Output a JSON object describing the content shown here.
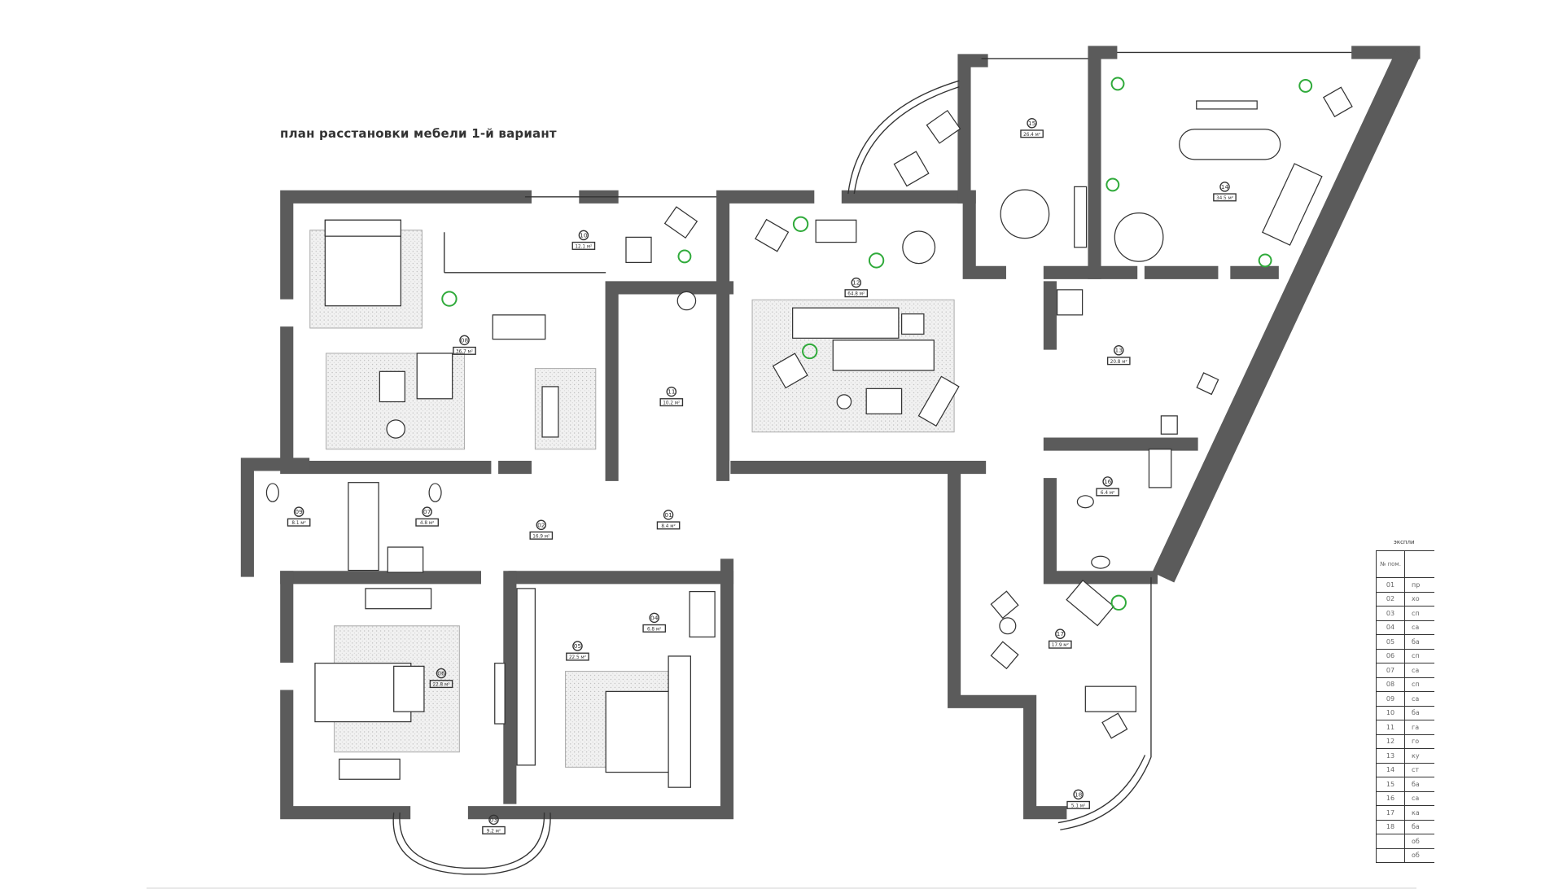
{
  "title": "план расстановки мебели 1-й вариант",
  "colors": {
    "wall": "#5b5b5b",
    "plant": "#2faa3a",
    "rug": "#e6e6e6"
  },
  "rooms": [
    {
      "num": "01",
      "area": "8.4 м²"
    },
    {
      "num": "02",
      "area": "16.9 м²"
    },
    {
      "num": "03",
      "area": "9.2 м²"
    },
    {
      "num": "04",
      "area": "6.8 м²"
    },
    {
      "num": "05",
      "area": "22.5 м²"
    },
    {
      "num": "06",
      "area": "22.8 м²"
    },
    {
      "num": "07",
      "area": "4.8 м²"
    },
    {
      "num": "08",
      "area": "36.7 м²"
    },
    {
      "num": "09",
      "area": "8.1 м²"
    },
    {
      "num": "10",
      "area": "12.1 м²"
    },
    {
      "num": "11",
      "area": "10.2 м²"
    },
    {
      "num": "12",
      "area": "64.8 м²"
    },
    {
      "num": "13",
      "area": "20.8 м²"
    },
    {
      "num": "14",
      "area": "34.5 м²"
    },
    {
      "num": "15",
      "area": "26.4 м²"
    },
    {
      "num": "16",
      "area": "6.4 м²"
    },
    {
      "num": "17",
      "area": "17.9 м²"
    },
    {
      "num": "18",
      "area": "5.1 м²"
    }
  ],
  "legend": {
    "title": "экспли",
    "header_num": "№ пом.",
    "rows": [
      {
        "num": "01",
        "name": "пр"
      },
      {
        "num": "02",
        "name": "хо"
      },
      {
        "num": "03",
        "name": "сп"
      },
      {
        "num": "04",
        "name": "са"
      },
      {
        "num": "05",
        "name": "ба"
      },
      {
        "num": "06",
        "name": "сп"
      },
      {
        "num": "07",
        "name": "са"
      },
      {
        "num": "08",
        "name": "сп"
      },
      {
        "num": "09",
        "name": "са"
      },
      {
        "num": "10",
        "name": "ба"
      },
      {
        "num": "11",
        "name": "га"
      },
      {
        "num": "12",
        "name": "го"
      },
      {
        "num": "13",
        "name": "ку"
      },
      {
        "num": "14",
        "name": "ст"
      },
      {
        "num": "15",
        "name": "ба"
      },
      {
        "num": "16",
        "name": "са"
      },
      {
        "num": "17",
        "name": "ка"
      },
      {
        "num": "18",
        "name": "ба"
      },
      {
        "num": "",
        "name": "об"
      },
      {
        "num": "",
        "name": "об"
      }
    ]
  }
}
